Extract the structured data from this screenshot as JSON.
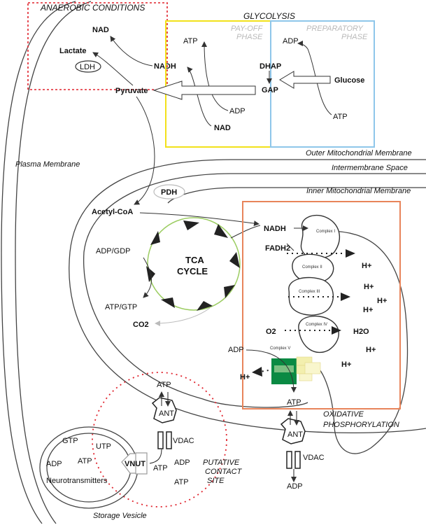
{
  "labels": {
    "anaerobic_conditions": "ANAEROBIC CONDITIONS",
    "glycolysis": "GLYCOLYSIS",
    "payoff_phase": "PAY-OFF PHASE",
    "preparatory_phase": "PREPARATORY PHASE",
    "outer_membrane": "Outer Mitochondrial Membrane",
    "intermembrane_space": "Intermembrane Space",
    "inner_membrane": "Inner Mitochondrial Membrane",
    "plasma_membrane": "Plasma Membrane",
    "oxidative_phosphorylation": "OXIDATIVE PHOSPHORYLATION",
    "putative_contact_site": "PUTATIVE CONTACT SITE",
    "storage_vesicle": "Storage Vesicle"
  },
  "anaerobic": {
    "nad": "NAD",
    "lactate": "Lactate",
    "ldh": "LDH",
    "nadh": "NADH",
    "pyruvate": "Pyruvate"
  },
  "glycolysis": {
    "payoff_atp": "ATP",
    "payoff_adp": "ADP",
    "payoff_nad": "NAD",
    "dhap": "DHAP",
    "gap": "GAP",
    "prep_adp": "ADP",
    "glucose": "Glucose",
    "prep_atp": "ATP"
  },
  "tca": {
    "pdh": "PDH",
    "acetyl_coa": "Acetyl-CoA",
    "title_line1": "TCA",
    "title_line2": "CYCLE",
    "adp_gdp": "ADP/GDP",
    "atp_gtp": "ATP/GTP",
    "co2": "CO2"
  },
  "etc": {
    "nadh": "NADH",
    "fadh2": "FADH2",
    "complex1": "Complex I",
    "complex2": "Complex II",
    "complex3": "Complex III",
    "complex4": "Complex IV",
    "complex5": "Complex V",
    "o2": "O2",
    "h2o": "H2O",
    "adp": "ADP",
    "atp": "ATP",
    "hplus": "H+"
  },
  "transport": {
    "ant": "ANT",
    "vdac": "VDAC",
    "atp": "ATP",
    "adp": "ADP",
    "vnut": "VNUT"
  },
  "vesicle": {
    "gtp": "GTP",
    "utp": "UTP",
    "adp": "ADP",
    "atp": "ATP",
    "neurotransmitters": "Neurotransmitters"
  },
  "colors": {
    "anaerobic_box": "#e0232d",
    "payoff_box": "#f2e11a",
    "preparatory_box": "#8ec6ea",
    "oxphos_box": "#e8845a",
    "tca_ring": "#9ccd62",
    "complex_v_dark": "#0a8a43",
    "complex_v_light": "#f3efae"
  }
}
